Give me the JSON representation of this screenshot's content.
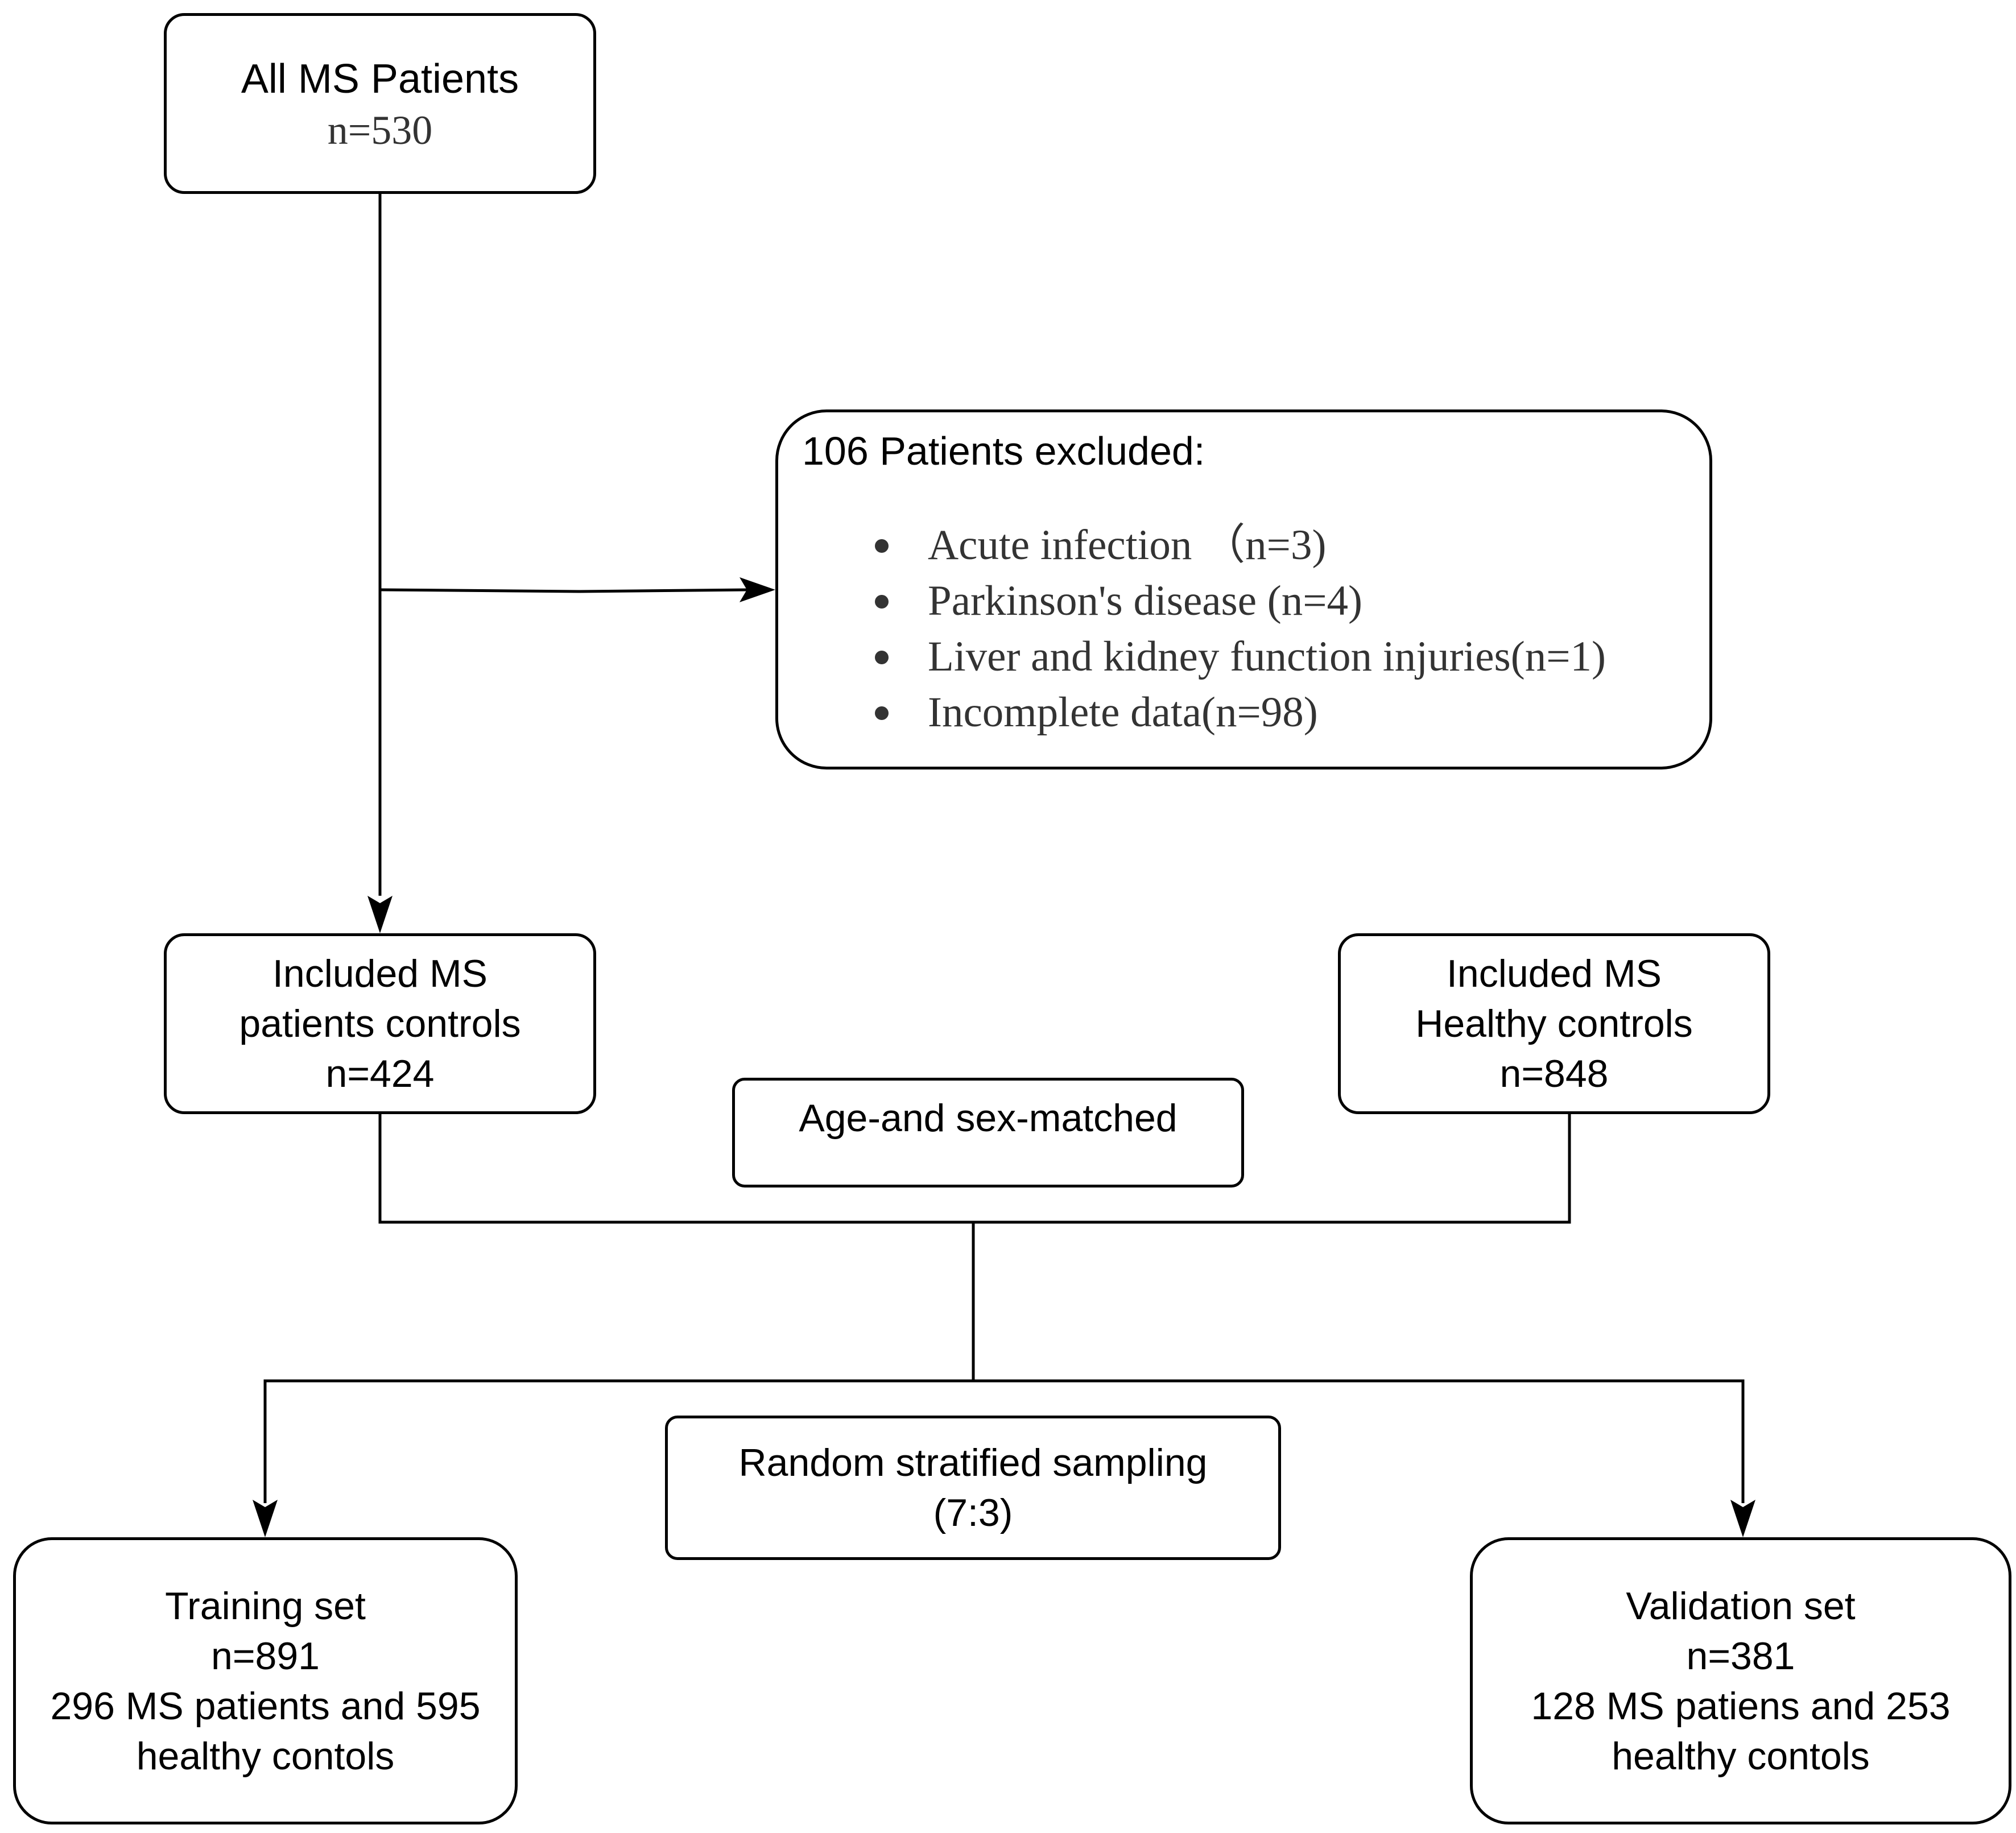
{
  "all_patients": {
    "title": "All MS Patients",
    "count": "n=530"
  },
  "excluded": {
    "title": "106 Patients excluded:",
    "items": [
      "Acute infection （n=3)",
      "Parkinson's disease (n=4)",
      "Liver and kidney function injuries(n=1)",
      "Incomplete data(n=98)"
    ]
  },
  "included_ms": {
    "line1": "Included MS",
    "line2": "patients controls",
    "count": "n=424"
  },
  "included_hc": {
    "line1": "Included MS",
    "line2": "Healthy controls",
    "count": "n=848"
  },
  "matching": {
    "label": "Age-and sex-matched"
  },
  "sampling": {
    "line1": "Random stratified sampling",
    "line2": "(7:3)"
  },
  "training": {
    "title": "Training set",
    "count": "n=891",
    "line3": "296 MS patients and 595",
    "line4": "healthy contols"
  },
  "validation": {
    "title": "Validation set",
    "count": "n=381",
    "line3": "128 MS patiens and 253",
    "line4": "healthy contols"
  }
}
